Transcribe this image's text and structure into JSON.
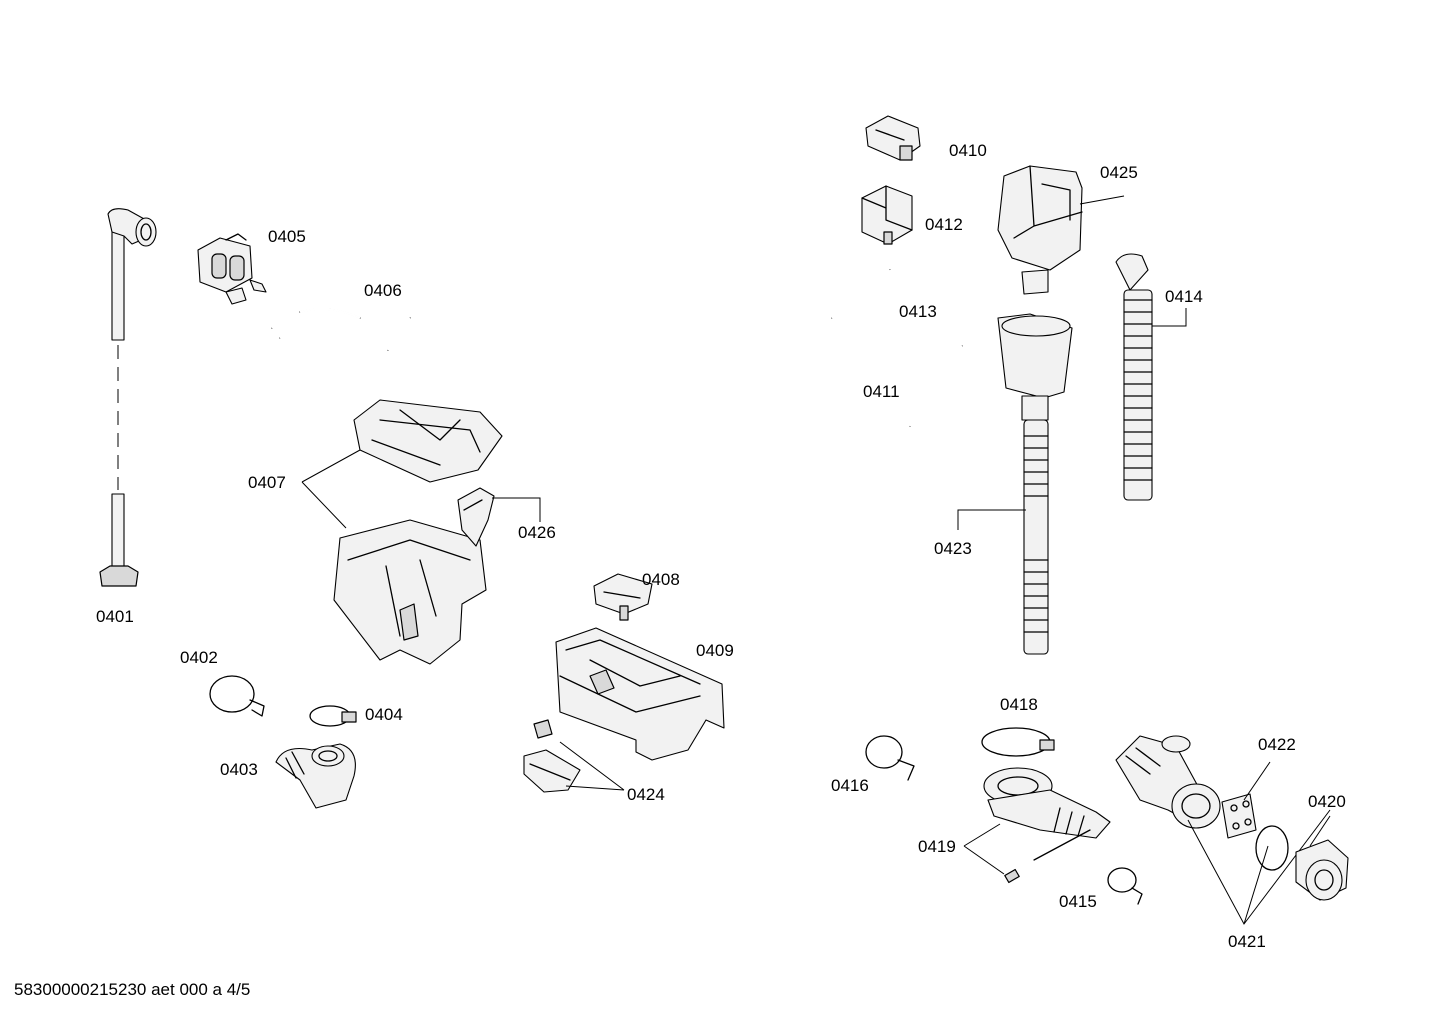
{
  "labels": {
    "p0401": "0401",
    "p0402": "0402",
    "p0403": "0403",
    "p0404": "0404",
    "p0405": "0405",
    "p0406": "0406",
    "p0407": "0407",
    "p0408": "0408",
    "p0409": "0409",
    "p0410": "0410",
    "p0411": "0411",
    "p0412": "0412",
    "p0413": "0413",
    "p0414": "0414",
    "p0415": "0415",
    "p0416": "0416",
    "p0418": "0418",
    "p0419": "0419",
    "p0420": "0420",
    "p0421": "0421",
    "p0422": "0422",
    "p0423": "0423",
    "p0424": "0424",
    "p0425": "0425",
    "p0426": "0426"
  },
  "footer": {
    "code": "58300000215230 aet 000 a 4/5"
  }
}
